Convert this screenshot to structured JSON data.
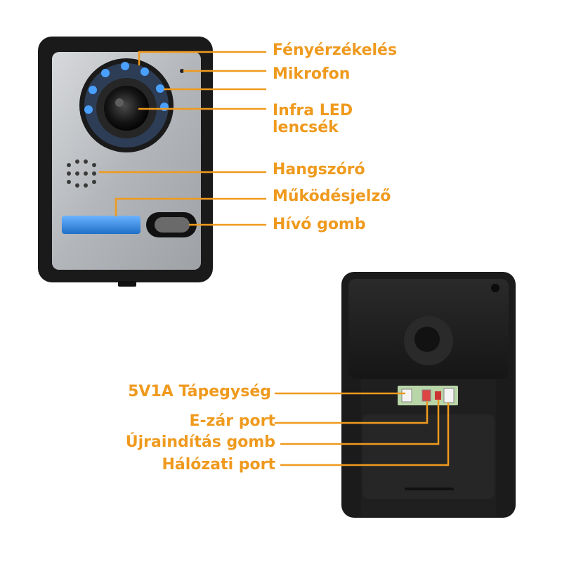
{
  "colors": {
    "accent": "#ef9a1e",
    "housing": "#1c1c1c",
    "panel": "#b9bcc0",
    "led": "#3b8ee6"
  },
  "front_labels": {
    "light_sensor": "Fényérzékelés",
    "microphone": "Mikrofon",
    "infra_led_line1": "Infra LED",
    "infra_led_line2": "lencsék",
    "speaker": "Hangszóró",
    "status_indicator": "Működésjelző",
    "call_button": "Hívó gomb"
  },
  "back_labels": {
    "power_supply": "5V1A Tápegység",
    "e_lock_port": "E-zár port",
    "reset_button": "Újraindítás gomb",
    "network_port": "Hálózati port"
  }
}
